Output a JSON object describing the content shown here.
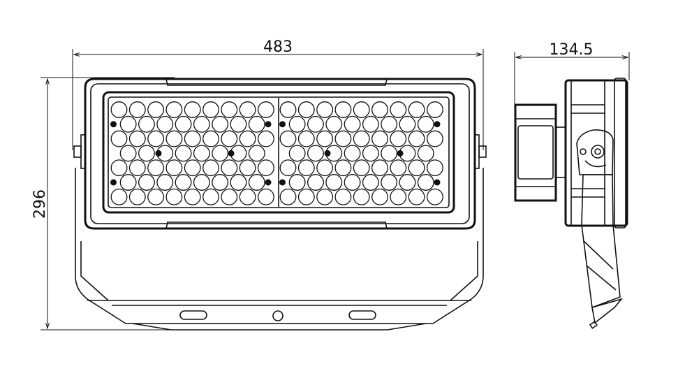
{
  "dimensions": {
    "width": "483",
    "height": "296",
    "depth": "134.5"
  },
  "colors": {
    "line": "#111111",
    "background": "#ffffff"
  }
}
